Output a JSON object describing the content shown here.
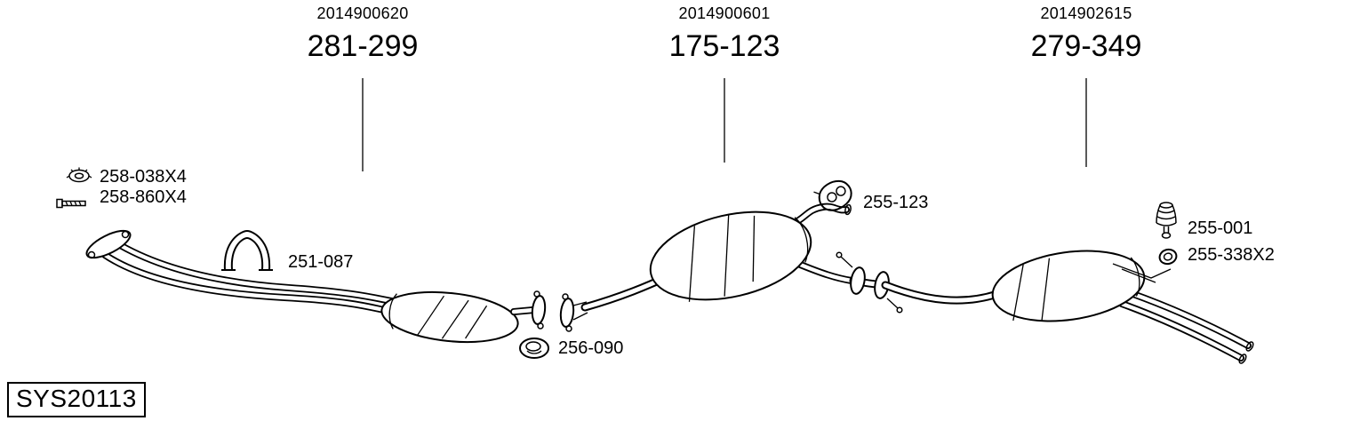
{
  "system_id": "SYS20113",
  "sections": [
    {
      "ref": "2014900620",
      "part": "281-299"
    },
    {
      "ref": "2014900601",
      "part": "175-123"
    },
    {
      "ref": "2014902615",
      "part": "279-349"
    }
  ],
  "callouts": [
    {
      "id": "flange-nut",
      "label": "258-038X4",
      "icon": "nut-icon"
    },
    {
      "id": "stud-bolt",
      "label": "258-860X4",
      "icon": "bolt-icon"
    },
    {
      "id": "pipe-clamp",
      "label": "251-087",
      "icon": "u-clamp-icon"
    },
    {
      "id": "rubber-hanger",
      "label": "255-123",
      "icon": "rubber-hanger-icon"
    },
    {
      "id": "gasket-ring",
      "label": "256-090",
      "icon": "gasket-ring-icon"
    },
    {
      "id": "rubber-buffer",
      "label": "255-001",
      "icon": "rubber-buffer-icon"
    },
    {
      "id": "seal-ring",
      "label": "255-338X2",
      "icon": "seal-ring-icon"
    }
  ],
  "colors": {
    "line": "#000000",
    "background": "#ffffff"
  }
}
